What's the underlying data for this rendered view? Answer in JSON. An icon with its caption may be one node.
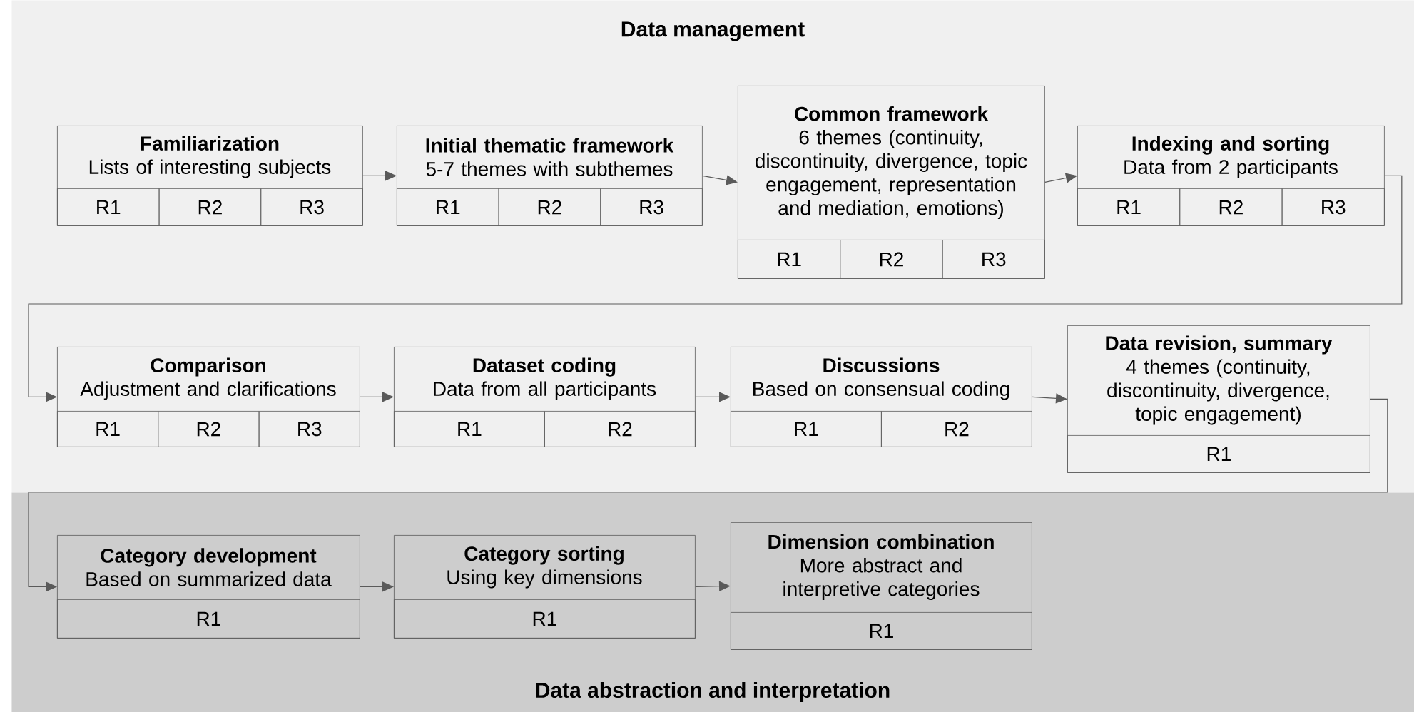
{
  "diagram": {
    "nodes": [
      {
        "text": [
          "Data management"
        ]
      },
      {
        "text": [
          "Familiarization",
          "Lists of interesting subjects"
        ],
        "in": 0
      },
      {
        "text": [
          "R1"
        ],
        "in": 1
      },
      {
        "text": [
          "R2"
        ],
        "in": 1
      },
      {
        "text": [
          "R3"
        ],
        "in": 1
      },
      {
        "text": [
          "Initial thematic framework",
          "5-7 themes with subthemes"
        ],
        "in": 0
      },
      {
        "text": [
          "R1"
        ],
        "in": 5
      },
      {
        "text": [
          "R2"
        ],
        "in": 5
      },
      {
        "text": [
          "R3"
        ],
        "in": 5
      },
      {
        "text": [
          "Common framework",
          "6 themes (continuity, discontinuity, divergence, topic engagement, representation and mediation, emotions)"
        ],
        "in": 0
      },
      {
        "text": [
          "R1"
        ],
        "in": 9
      },
      {
        "text": [
          "R2"
        ],
        "in": 9
      },
      {
        "text": [
          "R3"
        ],
        "in": 9
      },
      {
        "text": [
          "Indexing and sorting",
          "Data from 2 participants"
        ],
        "in": 0
      },
      {
        "text": [
          "R1"
        ],
        "in": 13
      },
      {
        "text": [
          "R2"
        ],
        "in": 13
      },
      {
        "text": [
          "R3"
        ],
        "in": 13
      },
      {
        "text": [
          "Comparison",
          "Adjustment and clarifications"
        ],
        "in": 0
      },
      {
        "text": [
          "R1"
        ],
        "in": 17
      },
      {
        "text": [
          "R2"
        ],
        "in": 17
      },
      {
        "text": [
          "R3"
        ],
        "in": 17
      },
      {
        "text": [
          "Dataset coding",
          "Data from all participants"
        ],
        "in": 0
      },
      {
        "text": [
          "R1"
        ],
        "in": 21
      },
      {
        "text": [
          "R2"
        ],
        "in": 21
      },
      {
        "text": [
          "Discussions",
          "Based on consensual coding"
        ],
        "in": 0
      },
      {
        "text": [
          "R1"
        ],
        "in": 24
      },
      {
        "text": [
          "R2"
        ],
        "in": 24
      },
      {
        "text": [
          "Data revision, summary",
          "4 themes (continuity, discontinuity, divergence, topic engagement)"
        ],
        "in": 0
      },
      {
        "text": [
          "R1"
        ],
        "in": 27
      },
      {
        "text": [
          "Data abstraction and interpretation"
        ]
      },
      {
        "text": [
          "Category development",
          "Based on summarized data"
        ],
        "in": 29
      },
      {
        "text": [
          "R1"
        ],
        "in": 30
      },
      {
        "text": [
          "Category sorting",
          "Using key dimensions"
        ],
        "in": 29
      },
      {
        "text": [
          "R1"
        ],
        "in": 32
      },
      {
        "text": [
          "Dimension combination",
          "More abstract and interpretive categories"
        ],
        "in": 29
      },
      {
        "text": [
          "R1"
        ],
        "in": 34
      }
    ],
    "edges": [
      {
        "from": 1,
        "to": 5,
        "arrow": "to"
      },
      {
        "from": 5,
        "to": 9,
        "arrow": "to"
      },
      {
        "from": 9,
        "to": 13,
        "arrow": "to"
      },
      {
        "from": 13,
        "to": 17,
        "arrow": "to"
      },
      {
        "from": 17,
        "to": 21,
        "arrow": "to"
      },
      {
        "from": 21,
        "to": 24,
        "arrow": "to"
      },
      {
        "from": 24,
        "to": 27,
        "arrow": "to"
      },
      {
        "from": 27,
        "to": 30,
        "arrow": "to"
      },
      {
        "from": 30,
        "to": 32,
        "arrow": "to"
      },
      {
        "from": 32,
        "to": 34,
        "arrow": "to"
      }
    ]
  }
}
